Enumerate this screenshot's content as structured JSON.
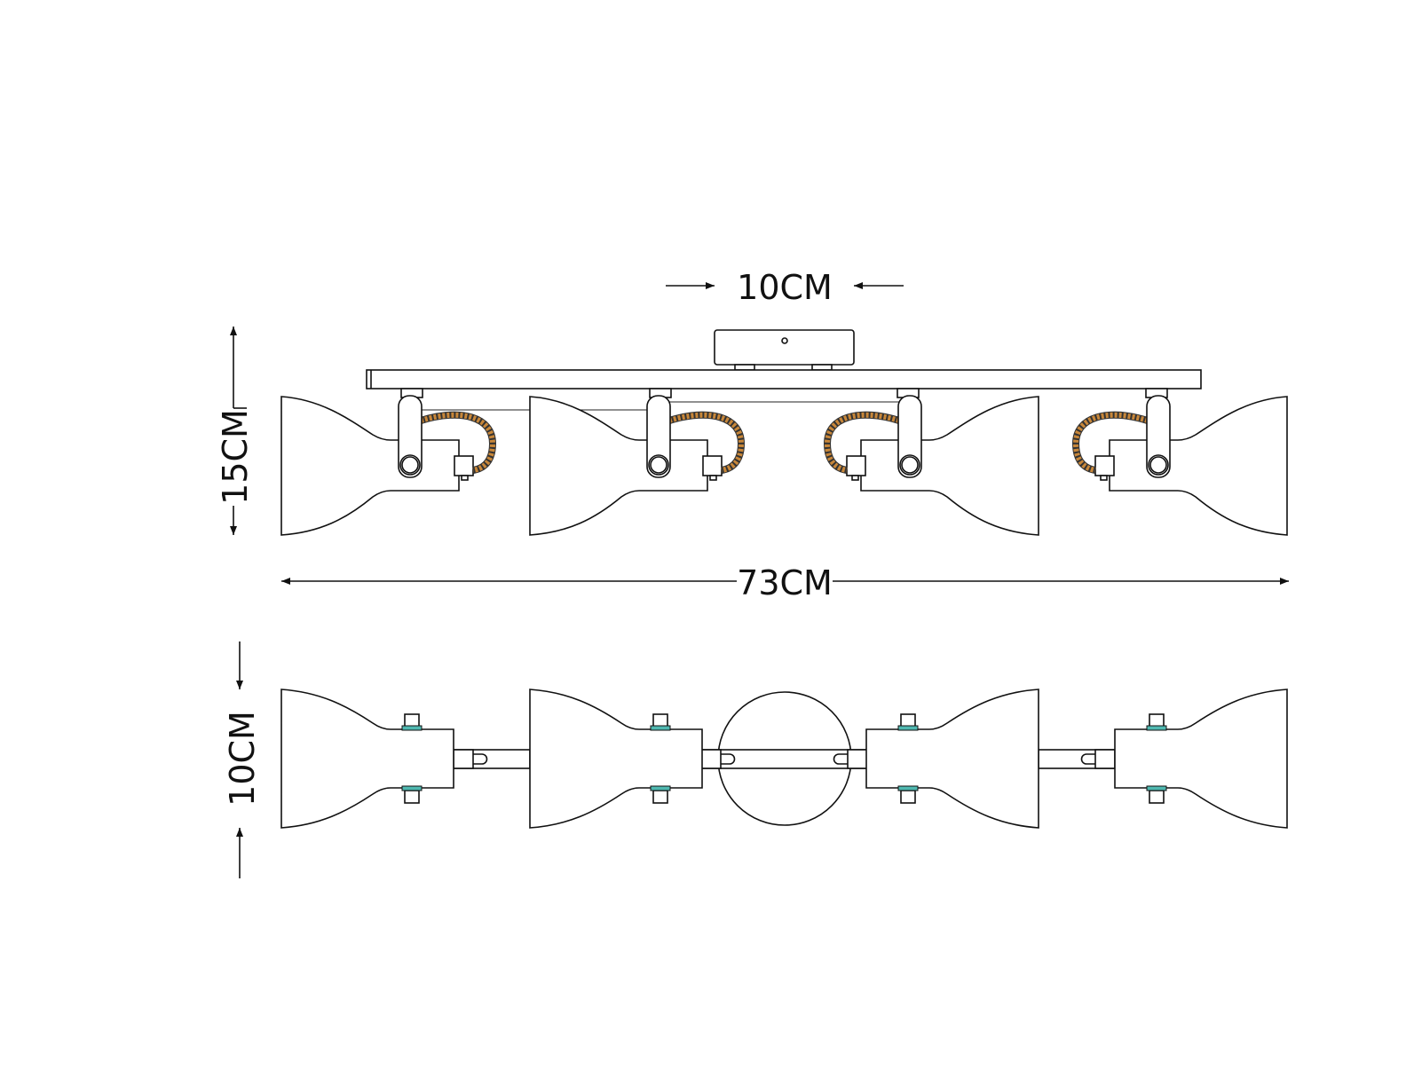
{
  "dimensions": {
    "canopy_width": "10CM",
    "height": "15CM",
    "total_length": "73CM",
    "depth": "10CM"
  },
  "views": [
    "front-view",
    "top-view"
  ],
  "lamp_count": 4,
  "colors": {
    "line": "#111111",
    "cable": "#c8873a",
    "washer": "#4fb8b0"
  }
}
